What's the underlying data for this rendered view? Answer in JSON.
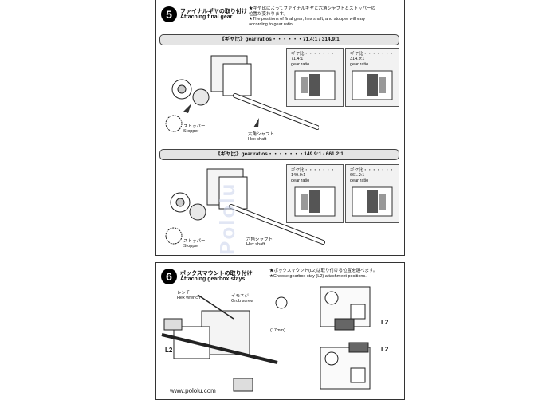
{
  "step5": {
    "number": "5",
    "title_jp": "ファイナルギヤの取り付け",
    "title_en": "Attaching final gear",
    "note_line1": "★ギヤ比によってファイナルギヤと六角シャフトとストッパーの",
    "note_line2": "位置が変わります。",
    "note_line3": "★The positions of final gear, hex shaft, and stopper will vary",
    "note_line4": "according to gear ratio.",
    "bar1": "《ギヤ比》gear ratios・・・・・・71.4:1 / 314.9:1",
    "bar2": "《ギヤ比》gear ratios・・・・・・・149.9:1 / 661.2:1",
    "box1a_jp": "ギヤ比・・・・・・・71.4:1",
    "box1b_jp": "ギヤ比・・・・・・・314.9:1",
    "box2a_jp": "ギヤ比・・・・・・・149.9:1",
    "box2b_jp": "ギヤ比・・・・・・・661.2:1",
    "gear_ratio_en": "gear ratio",
    "stopper_jp": "ストッパー",
    "stopper_en": "Stopper",
    "hexshaft_jp": "六角シャフト",
    "hexshaft_en": "Hex shaft"
  },
  "step6": {
    "number": "6",
    "title_jp": "ボックスマウントの取り付け",
    "title_en": "Attaching gearbox stays",
    "note_line1": "★ボックスマウント(L2)は取り付ける位置を選べます。",
    "note_line2": "★Choose gearbox stay (L2) attachment positions.",
    "wrench_jp": "レンチ",
    "wrench_en": "Hex wrench",
    "grub_jp": "イモネジ",
    "grub_en": "Grub screw",
    "dim": "(17mm)",
    "l2": "L2"
  },
  "watermark": "Pololu",
  "footer": "www.pololu.com"
}
